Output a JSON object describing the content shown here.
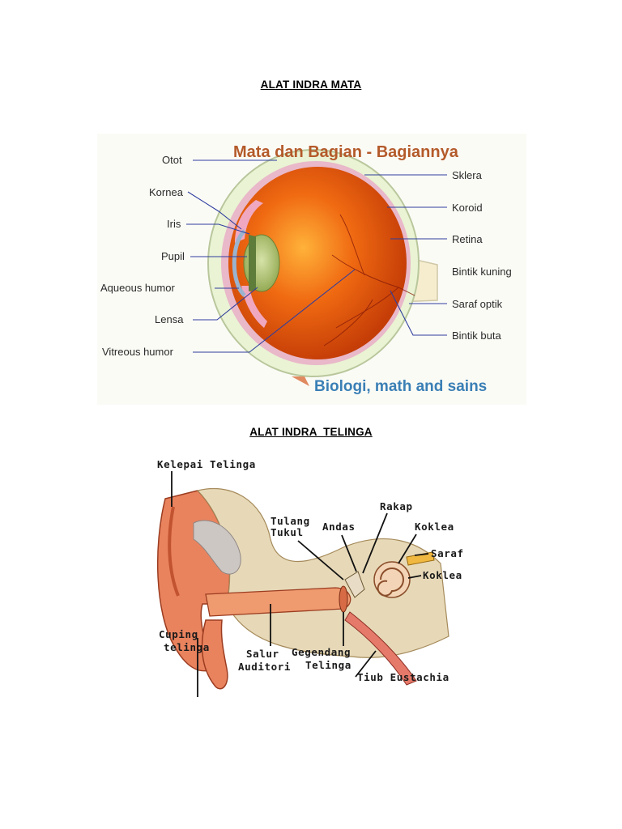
{
  "headings": {
    "eye": "ALAT INDRA MATA",
    "ear": "ALAT INDRA  TELINGA"
  },
  "eye_figure": {
    "title": "Mata dan Bagian - Bagiannya",
    "footer": "Biologi, math and sains",
    "labels_left": [
      "Otot",
      "Kornea",
      "Iris",
      "Pupil",
      "Aqueous humor",
      "Lensa",
      "Vitreous humor"
    ],
    "labels_right": [
      "Sklera",
      "Koroid",
      "Retina",
      "Bintik kuning",
      "Saraf optik",
      "Bintik buta"
    ]
  },
  "ear_figure": {
    "labels": {
      "kelepai": "Kelepai Telinga",
      "tulang": "Tulang",
      "tukul": "Tukul",
      "andas": "Andas",
      "rakap": "Rakap",
      "koklea1": "Koklea",
      "saraf": "Saraf",
      "koklea2": "Koklea",
      "cuping1": "Cuping",
      "cuping2": "telinga",
      "salur1": "Salur",
      "salur2": "Auditori",
      "gegendang1": "Gegendang",
      "gegendang2": "Telinga",
      "tiub": "Tiub Eustachia"
    }
  }
}
